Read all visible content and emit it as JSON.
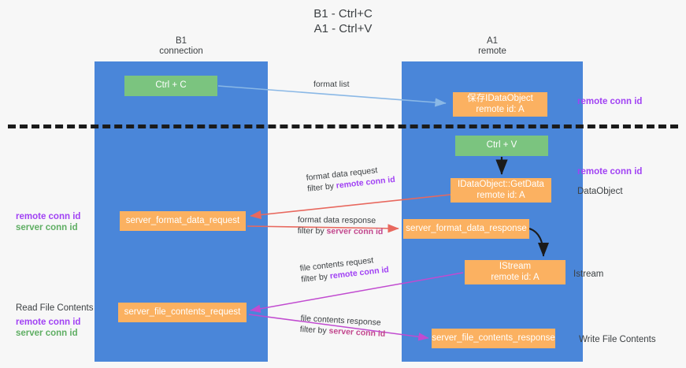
{
  "title": {
    "line1": "B1 - Ctrl+C",
    "line2": "A1 - Ctrl+V"
  },
  "columns": {
    "left": {
      "name": "B1",
      "role": "connection"
    },
    "right": {
      "name": "A1",
      "role": "remote"
    }
  },
  "nodes": {
    "ctrl_c": {
      "label": "Ctrl + C",
      "color": "#7bc47f"
    },
    "ctrl_v": {
      "label": "Ctrl + V",
      "color": "#7bc47f"
    },
    "save_idataobject": {
      "line1": "保存IDataObject",
      "line2": "remote id: A",
      "color": "#fbb161"
    },
    "getdata": {
      "line1": "IDataObject::GetData",
      "line2": "remote id: A",
      "color": "#fbb161"
    },
    "server_format_data_request": {
      "label": "server_format_data_request",
      "color": "#fbb161"
    },
    "server_format_data_response": {
      "label": "server_format_data_response",
      "color": "#fbb161"
    },
    "istream": {
      "line1": "IStream",
      "line2": "remote id: A",
      "color": "#fbb161"
    },
    "server_file_contents_request": {
      "label": "server_file_contents_request",
      "color": "#fbb161"
    },
    "server_file_contents_response": {
      "label": "server_file_contents_response",
      "color": "#fbb161"
    }
  },
  "edge_labels": {
    "format_list": "format list",
    "format_data_request": {
      "line1": "format data request",
      "filter_prefix": "filter by ",
      "filter_key": "remote conn id"
    },
    "format_data_response": {
      "line1": "format data response",
      "filter_prefix": "filter by ",
      "filter_key": "server conn id"
    },
    "file_contents_request": {
      "line1": "file contents request",
      "filter_prefix": "filter by ",
      "filter_key": "remote conn id"
    },
    "file_contents_response": {
      "line1": "file contents response",
      "filter_prefix": "filter by ",
      "filter_key": "server conn id"
    }
  },
  "annotations": {
    "right_remote_conn_id_top": "remote conn id",
    "right_remote_conn_id_mid": "remote conn id",
    "right_dataobject": "DataObject",
    "right_istream": "Istream",
    "right_write_file_contents": "Write File Contents",
    "left_mid": {
      "remote": "remote conn id",
      "server": "server conn id"
    },
    "left_bottom": {
      "heading": "Read File Contents",
      "remote": "remote conn id",
      "server": "server conn id"
    }
  },
  "colors": {
    "lane": "#4a86d9",
    "green_node": "#7bc47f",
    "orange_node": "#fbb161",
    "arrow_blue": "#8ab8e6",
    "arrow_black": "#1b1b1b",
    "arrow_red": "#e8685e",
    "arrow_magenta": "#c14bd0",
    "purple_text": "#a142f4",
    "green_text": "#5fae63",
    "pink_text": "#c2468d",
    "background": "#f7f7f7",
    "divider": "#1b1b1b"
  }
}
